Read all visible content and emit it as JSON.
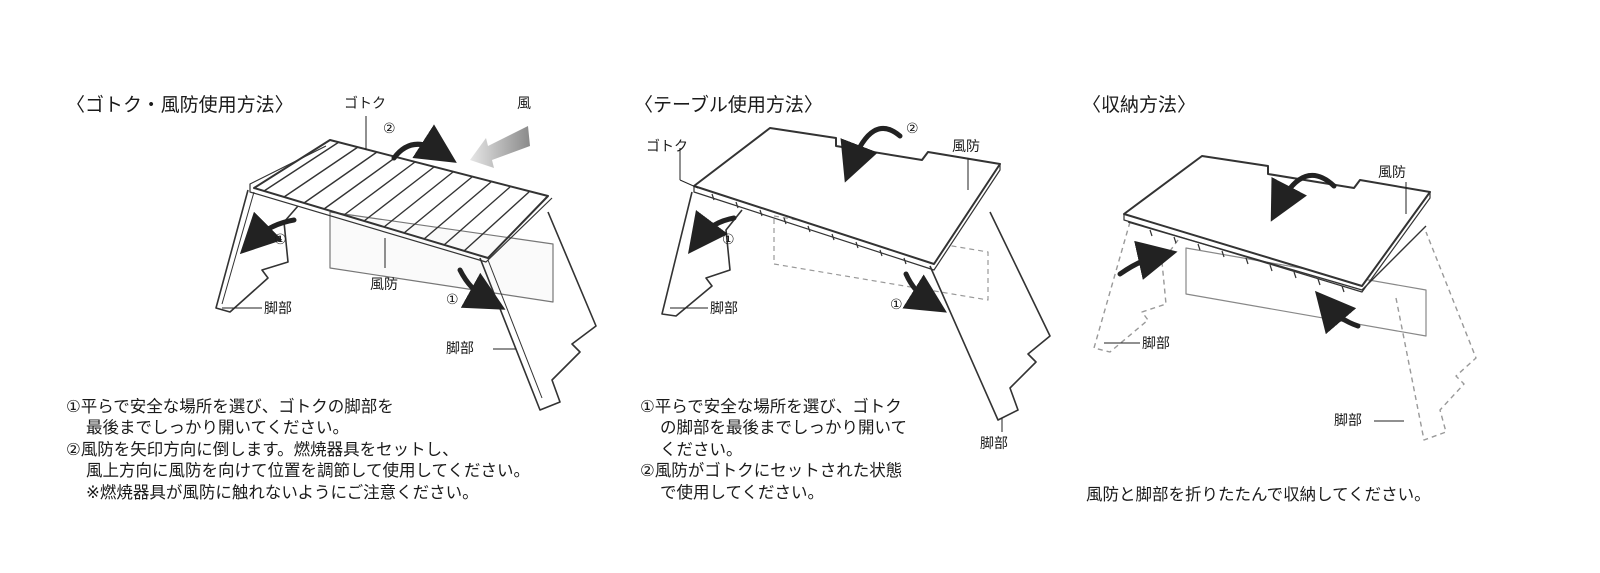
{
  "panels": {
    "grill": {
      "title": "〈ゴトク・風防使用方法〉",
      "labels": {
        "gotoku": "ゴトク",
        "wind": "風",
        "step2": "②",
        "step1_left": "①",
        "step1_right": "①",
        "windscreen": "風防",
        "legs_left": "脚部",
        "legs_right": "脚部"
      },
      "instructions": [
        "①平らで安全な場所を選び、ゴトクの脚部を",
        "最後までしっかり開いてください。",
        "②風防を矢印方向に倒します。燃焼器具をセットし、",
        "風上方向に風防を向けて位置を調節して使用してください。",
        "※燃焼器具が風防に触れないようにご注意ください。"
      ]
    },
    "table": {
      "title": "〈テーブル使用方法〉",
      "labels": {
        "gotoku": "ゴトク",
        "step2": "②",
        "windscreen": "風防",
        "step1_left": "①",
        "step1_right": "①",
        "legs_left": "脚部",
        "legs_right": "脚部"
      },
      "instructions": [
        "①平らで安全な場所を選び、ゴトク",
        "の脚部を最後までしっかり開いて",
        "ください。",
        "②風防がゴトクにセットされた状態",
        "で使用してください。"
      ]
    },
    "storage": {
      "title": "〈収納方法〉",
      "labels": {
        "windscreen": "風防",
        "legs_left": "脚部",
        "legs_right": "脚部"
      },
      "instructions": [
        "風防と脚部を折りたたんで収納してください。"
      ]
    }
  }
}
